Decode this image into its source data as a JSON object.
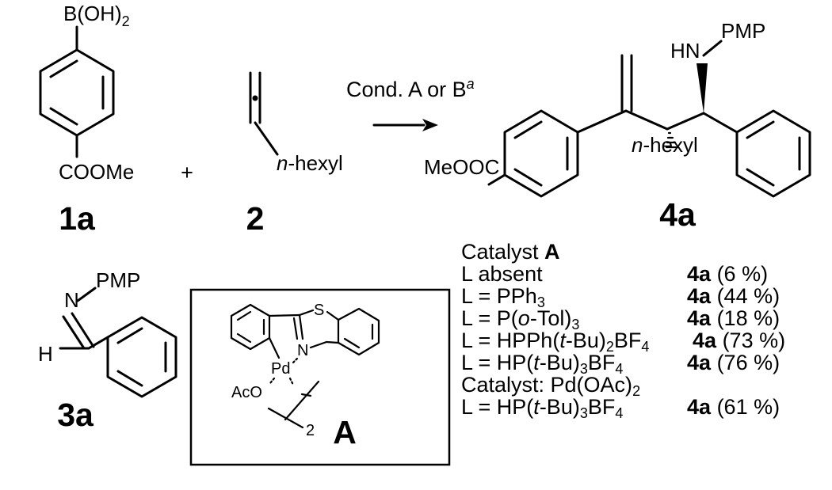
{
  "arrow_label": {
    "main": "Cond. A or B",
    "sup": "a"
  },
  "plus": "+",
  "compounds": {
    "c1a": {
      "label": "1a",
      "b_main": "B(OH)",
      "b_sub": "2",
      "ester": "COOMe"
    },
    "c2": {
      "label": "2",
      "substituent": "n-hexyl"
    },
    "c4a": {
      "label": "4a",
      "nh": "HN",
      "pmp": "PMP",
      "ester": "MeOOC",
      "substituent": "n-hexyl"
    },
    "c3a": {
      "label": "3a",
      "n": "N",
      "pmp": "PMP",
      "h": "H"
    },
    "cA": {
      "label": "A",
      "s": "S",
      "n": "N",
      "pd": "Pd",
      "aco": "AcO",
      "sub2": "2"
    }
  },
  "conditions": {
    "header_a": "Catalyst ",
    "header_a_bold": "A",
    "rows_a": [
      {
        "cond": "L absent",
        "prod": "4a",
        "yield": "(6 %)"
      },
      {
        "cond": "L = PPh3",
        "prod": "4a",
        "yield": "(44 %)"
      },
      {
        "cond": "L = P(o-Tol)3",
        "prod": "4a",
        "yield": "(18 %)"
      },
      {
        "cond": "L = HPPh(t-Bu)2BF4",
        "prod": "4a",
        "yield": "(73 %)"
      },
      {
        "cond": "L = HP(t-Bu)3BF4",
        "prod": "4a",
        "yield": "(76 %)"
      }
    ],
    "header_b": "Catalyst: Pd(OAc)2",
    "rows_b": [
      {
        "cond": "L = HP(t-Bu)3BF4",
        "prod": "4a",
        "yield": "(61 %)"
      }
    ]
  }
}
